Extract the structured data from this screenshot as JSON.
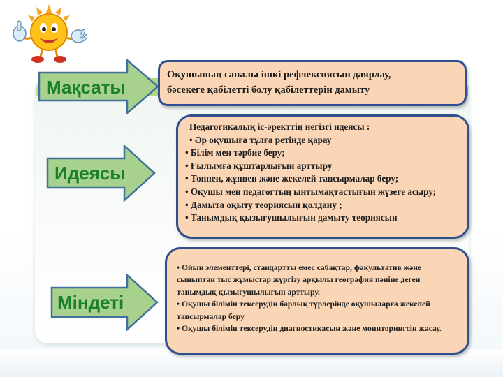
{
  "labels": {
    "goal": "Мақсаты",
    "idea": "Идеясы",
    "task": "Міндеті"
  },
  "goal_box": {
    "lines": [
      "Оқушының саналы ішкі рефлексиясын даярлау,",
      "бәсекеге қабілетті болу қабілеттерін дамыту"
    ]
  },
  "idea_box": {
    "lines": [
      "Педагогикалық іс-әректтің негізгі идеясы :",
      " • Әр оқушыға тұлға ретінде қарау",
      "• Білім мен тәрбие беру;",
      "• Ғылымға құштарлығын арттыру",
      "• Топпен, жұппен және жекелей тапсырмалар беру;",
      "• Оқушы мен педагогтың ынтымақтастығын жүзеге асыру;",
      "• Дамыта оқыту теориясын қолдану ;",
      "• Танымдық қызығушылығын дамыту теориясын"
    ]
  },
  "task_box": {
    "lines": [
      "• Ойын элементтері, стандартты емес сабақтар, факультатив және сыныптан тыс жұмыстар жүргізу арқылы география пәніне деген танымдық қызығушылығын арттыру.",
      "• Оқушы білімін тексерудің барлық түрлерінде оқушыларға жекелей тапсырмалар беру",
      "• Оқушы білімін тексерудің диагностикасын және мониторингсін жасау."
    ]
  },
  "colors": {
    "label_text": "#1a7f2c",
    "arrow_fill": "#a9d18e",
    "arrow_stroke": "#41719c",
    "box_fill": "#fbd6b6",
    "box_stroke": "#2f4f8f"
  },
  "icons": {
    "mascot": "smiling-sun-thumbs-up-icon"
  }
}
